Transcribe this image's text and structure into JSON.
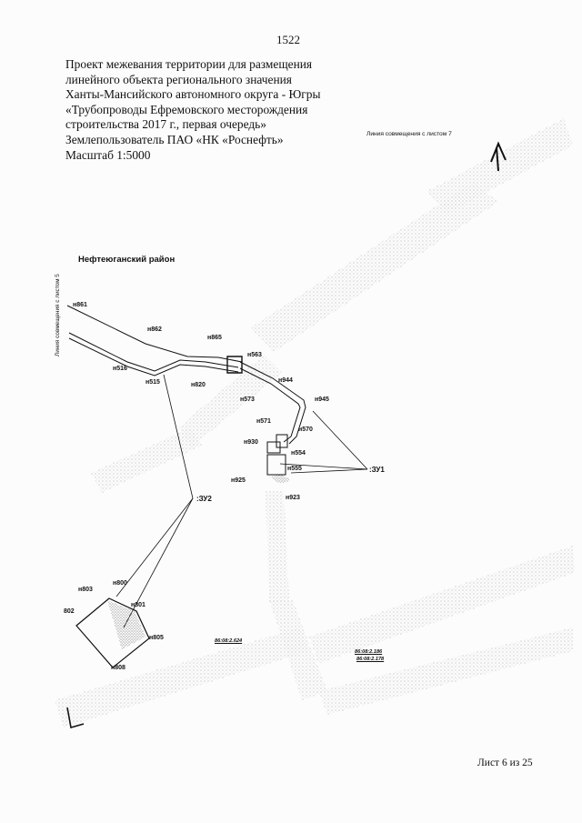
{
  "page_number": "1522",
  "title_lines": [
    "Проект межевания территории для размещения",
    "линейного объекта регионального значения",
    "Ханты-Мансийского автономного округа - Югры",
    "«Трубопроводы Ефремовского месторождения",
    "строительства 2017 г., первая очередь»",
    "Землепользователь ПАО «НК «Роснефть»",
    "Масштаб 1:5000"
  ],
  "district": "Нефтеюганский район",
  "match_line_top": "Линия совмещения с листом 7",
  "match_line_left": "Линия совмещения с листом 5",
  "footer": "Лист 6 из 25",
  "zones": {
    "zu1": ":ЗУ1",
    "zu2": ":ЗУ2"
  },
  "parcels": [
    "86:08:2.624",
    "86:08:2.186",
    "86:08:2.178"
  ],
  "points": [
    {
      "id": "n861",
      "label": "н861"
    },
    {
      "id": "n862",
      "label": "н862"
    },
    {
      "id": "n865",
      "label": "н865"
    },
    {
      "id": "n516",
      "label": "н516"
    },
    {
      "id": "n515",
      "label": "н515"
    },
    {
      "id": "n820",
      "label": "н820"
    },
    {
      "id": "n563",
      "label": "н563"
    },
    {
      "id": "n944",
      "label": "н944"
    },
    {
      "id": "n573",
      "label": "н573"
    },
    {
      "id": "n945",
      "label": "н945"
    },
    {
      "id": "n571",
      "label": "н571"
    },
    {
      "id": "n570",
      "label": "н570"
    },
    {
      "id": "n930",
      "label": "н930"
    },
    {
      "id": "n554",
      "label": "н554"
    },
    {
      "id": "n555",
      "label": "н555"
    },
    {
      "id": "n925",
      "label": "н925"
    },
    {
      "id": "n923",
      "label": "н923"
    },
    {
      "id": "n800",
      "label": "н800"
    },
    {
      "id": "n803",
      "label": "н803"
    },
    {
      "id": "n801",
      "label": "н801"
    },
    {
      "id": "n802",
      "label": "802"
    },
    {
      "id": "n805",
      "label": "н805"
    },
    {
      "id": "n808",
      "label": "н808"
    }
  ],
  "north_arrow": "north-arrow-icon"
}
